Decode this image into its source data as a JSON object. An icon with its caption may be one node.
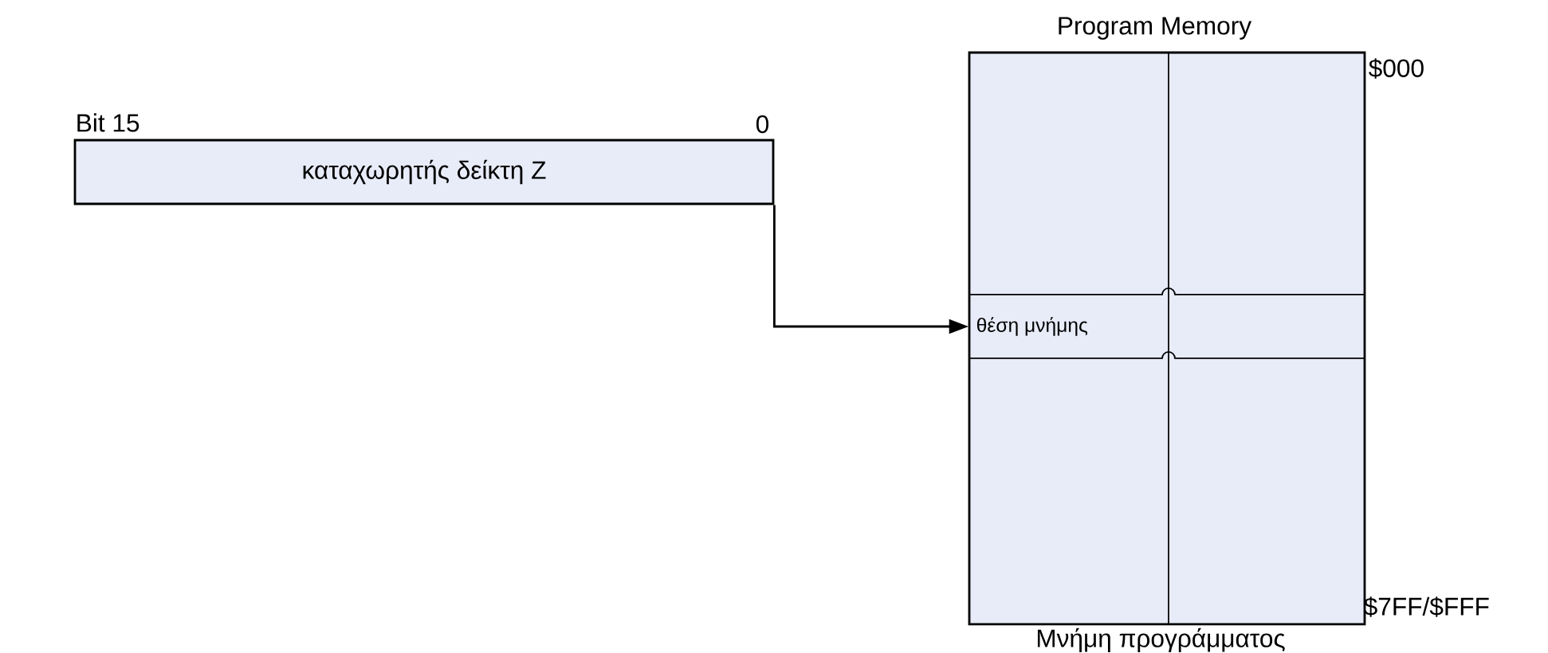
{
  "diagram": {
    "nodes": [
      {
        "text": [
          "καταχωρητής δείκτη Z"
        ]
      },
      {
        "text": [
          "Program Memory"
        ],
        "beside": [
          "Μνήμη προγράμματος"
        ]
      },
      {
        "text": [
          "θέση μνήμης"
        ],
        "in": 1
      }
    ],
    "edges": [
      {
        "from": 0,
        "to": 2,
        "arrow": "to"
      }
    ],
    "labels": [
      "Bit 15",
      "0",
      "$000",
      "$7FF/$FFF"
    ]
  }
}
